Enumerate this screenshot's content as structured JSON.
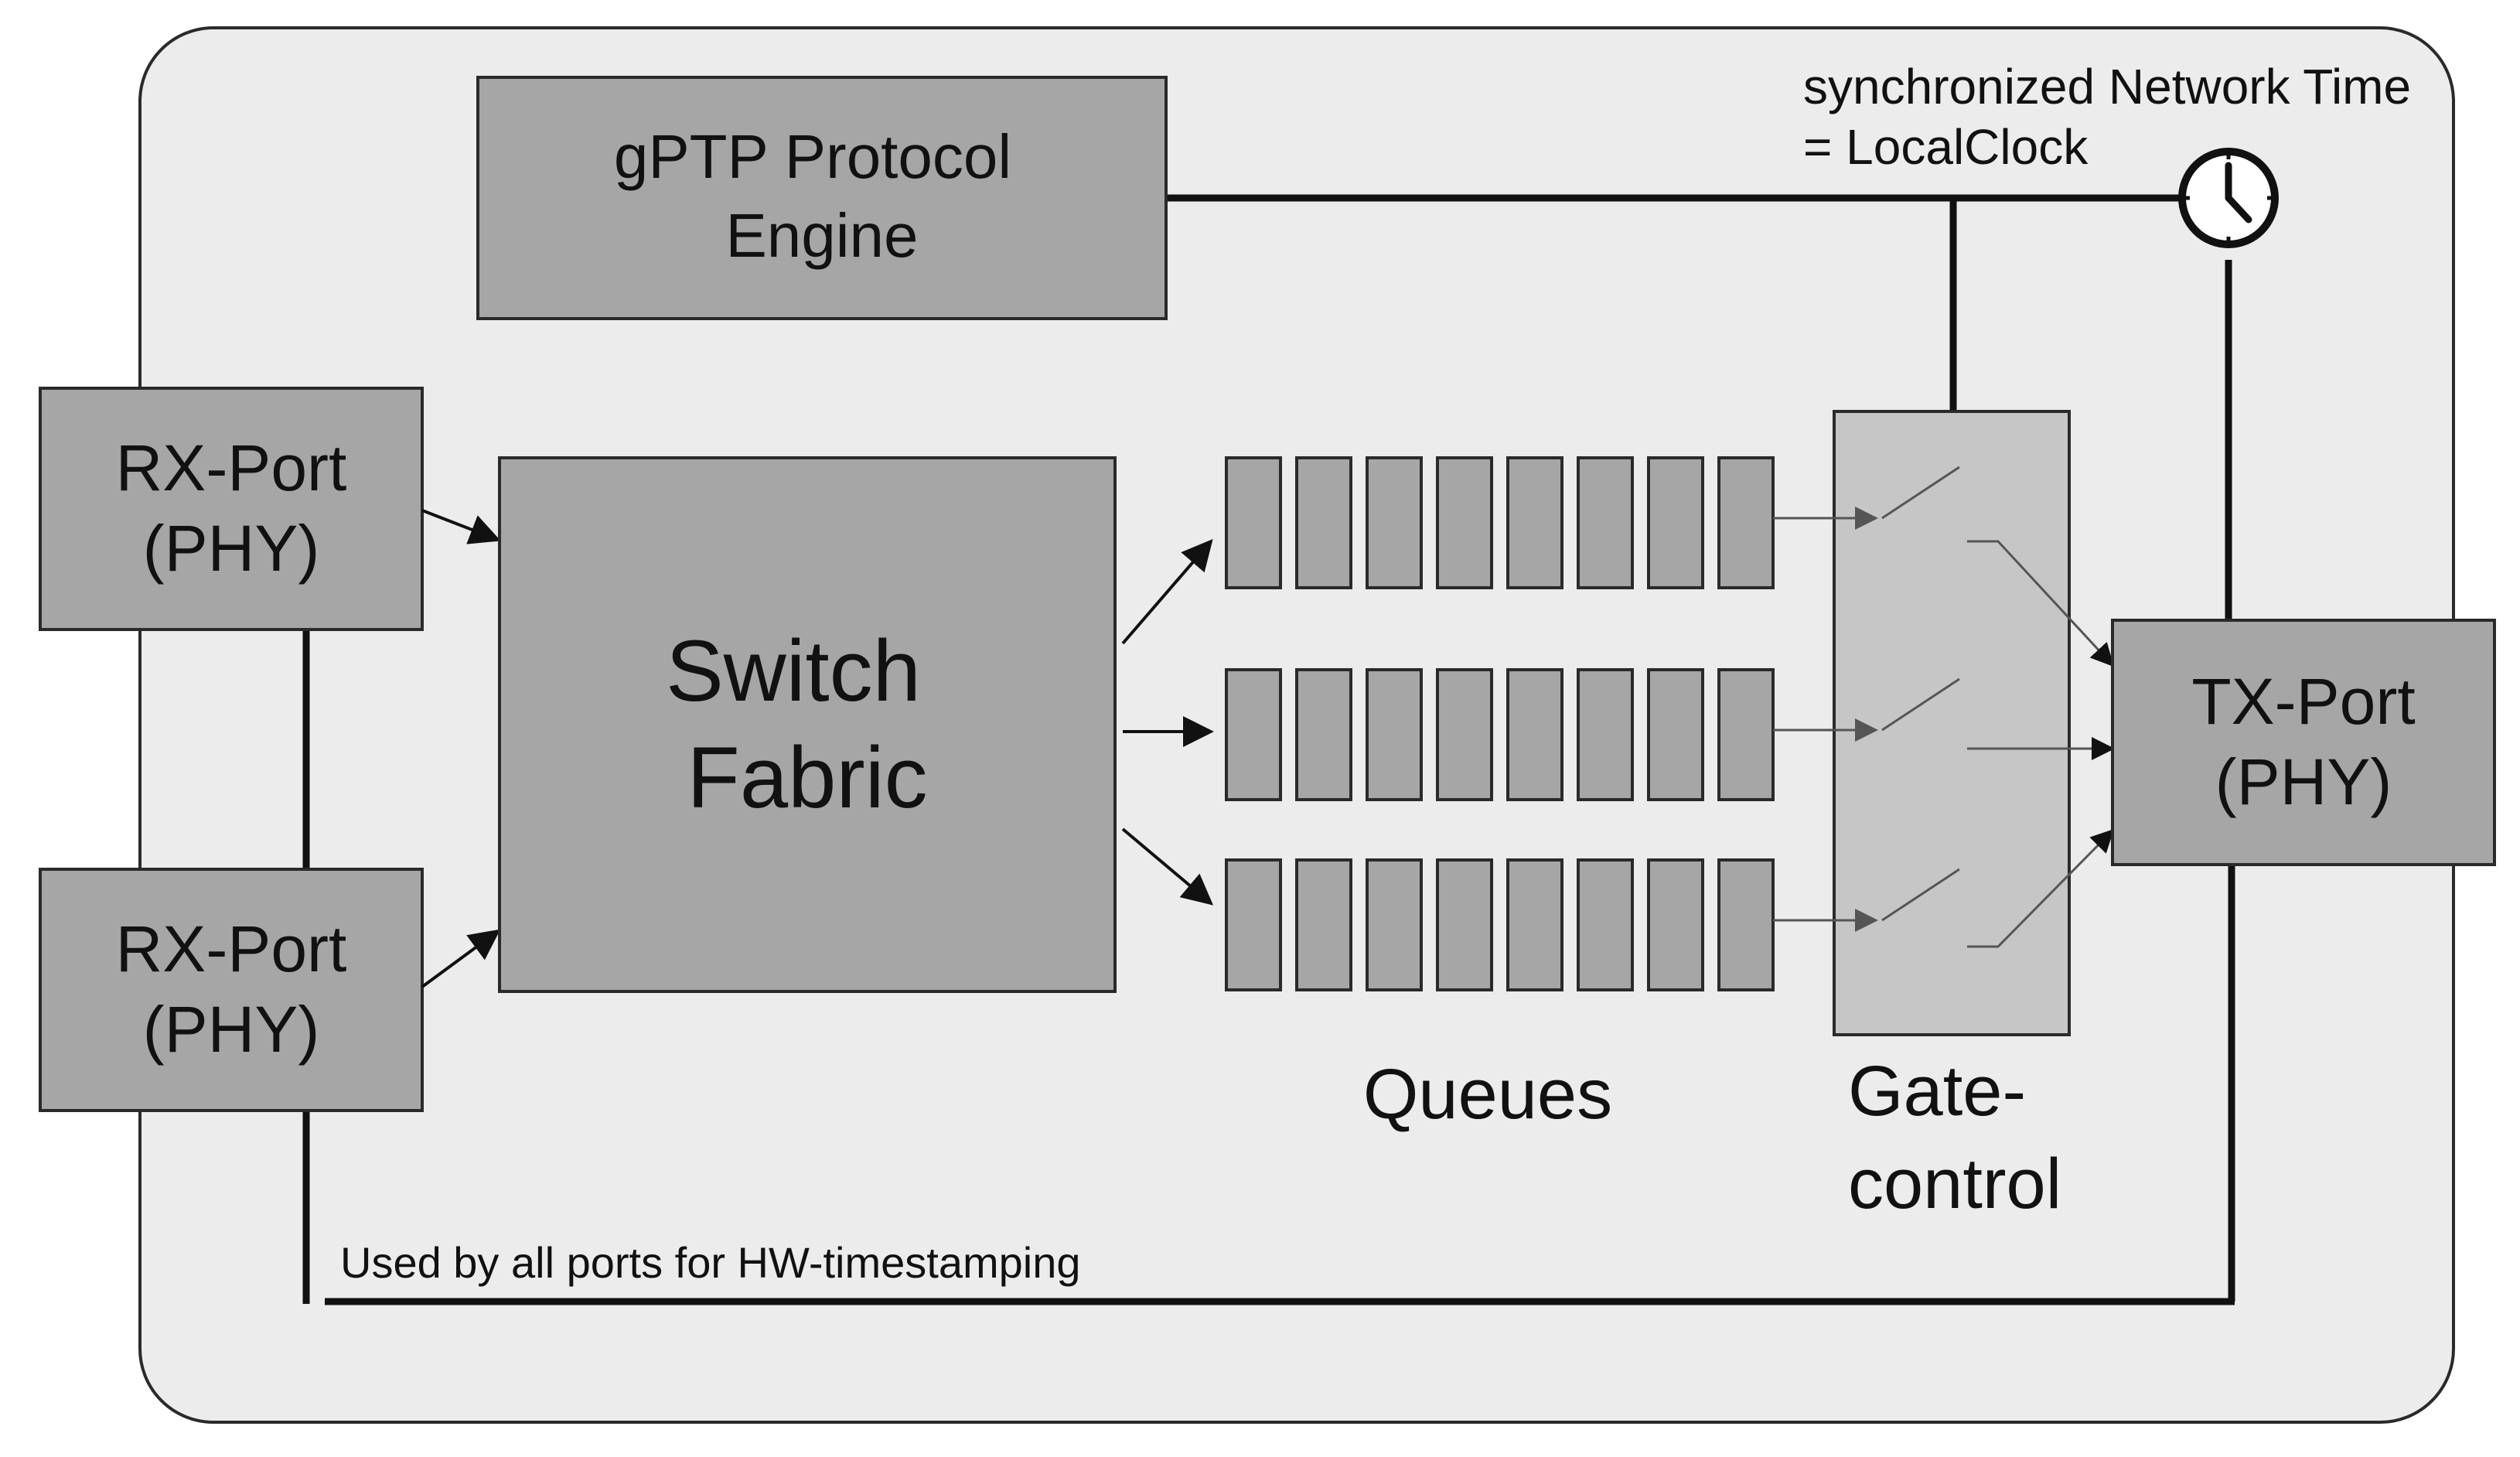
{
  "colors": {
    "background": "#ffffff",
    "panel_fill": "#ececec",
    "panel_stroke": "#2a2a2a",
    "block_fill": "#a6a6a6",
    "gate_fill": "#c6c6c6",
    "line": "#111111",
    "thin_line": "#555555"
  },
  "blocks": {
    "gptp": {
      "line1": "gPTP Protocol",
      "line2": "Engine"
    },
    "rx_port_top": {
      "line1": "RX-Port",
      "line2": "(PHY)"
    },
    "rx_port_bottom": {
      "line1": "RX-Port",
      "line2": "(PHY)"
    },
    "switch_fabric": {
      "line1": "Switch",
      "line2": "Fabric"
    },
    "tx_port": {
      "line1": "TX-Port",
      "line2": "(PHY)"
    }
  },
  "labels": {
    "network_time_line1": "synchronized Network Time",
    "network_time_line2": "= LocalClock",
    "queues": "Queues",
    "gate_control_line1": "Gate-",
    "gate_control_line2": "control",
    "timestamping": "Used by all ports for HW-timestamping"
  },
  "queue_rows": [
    {
      "cells": 8
    },
    {
      "cells": 8
    },
    {
      "cells": 8
    }
  ],
  "icons": {
    "clock": "clock-icon",
    "gate_switch": "gate-switch-icon",
    "arrow": "arrow-icon"
  }
}
